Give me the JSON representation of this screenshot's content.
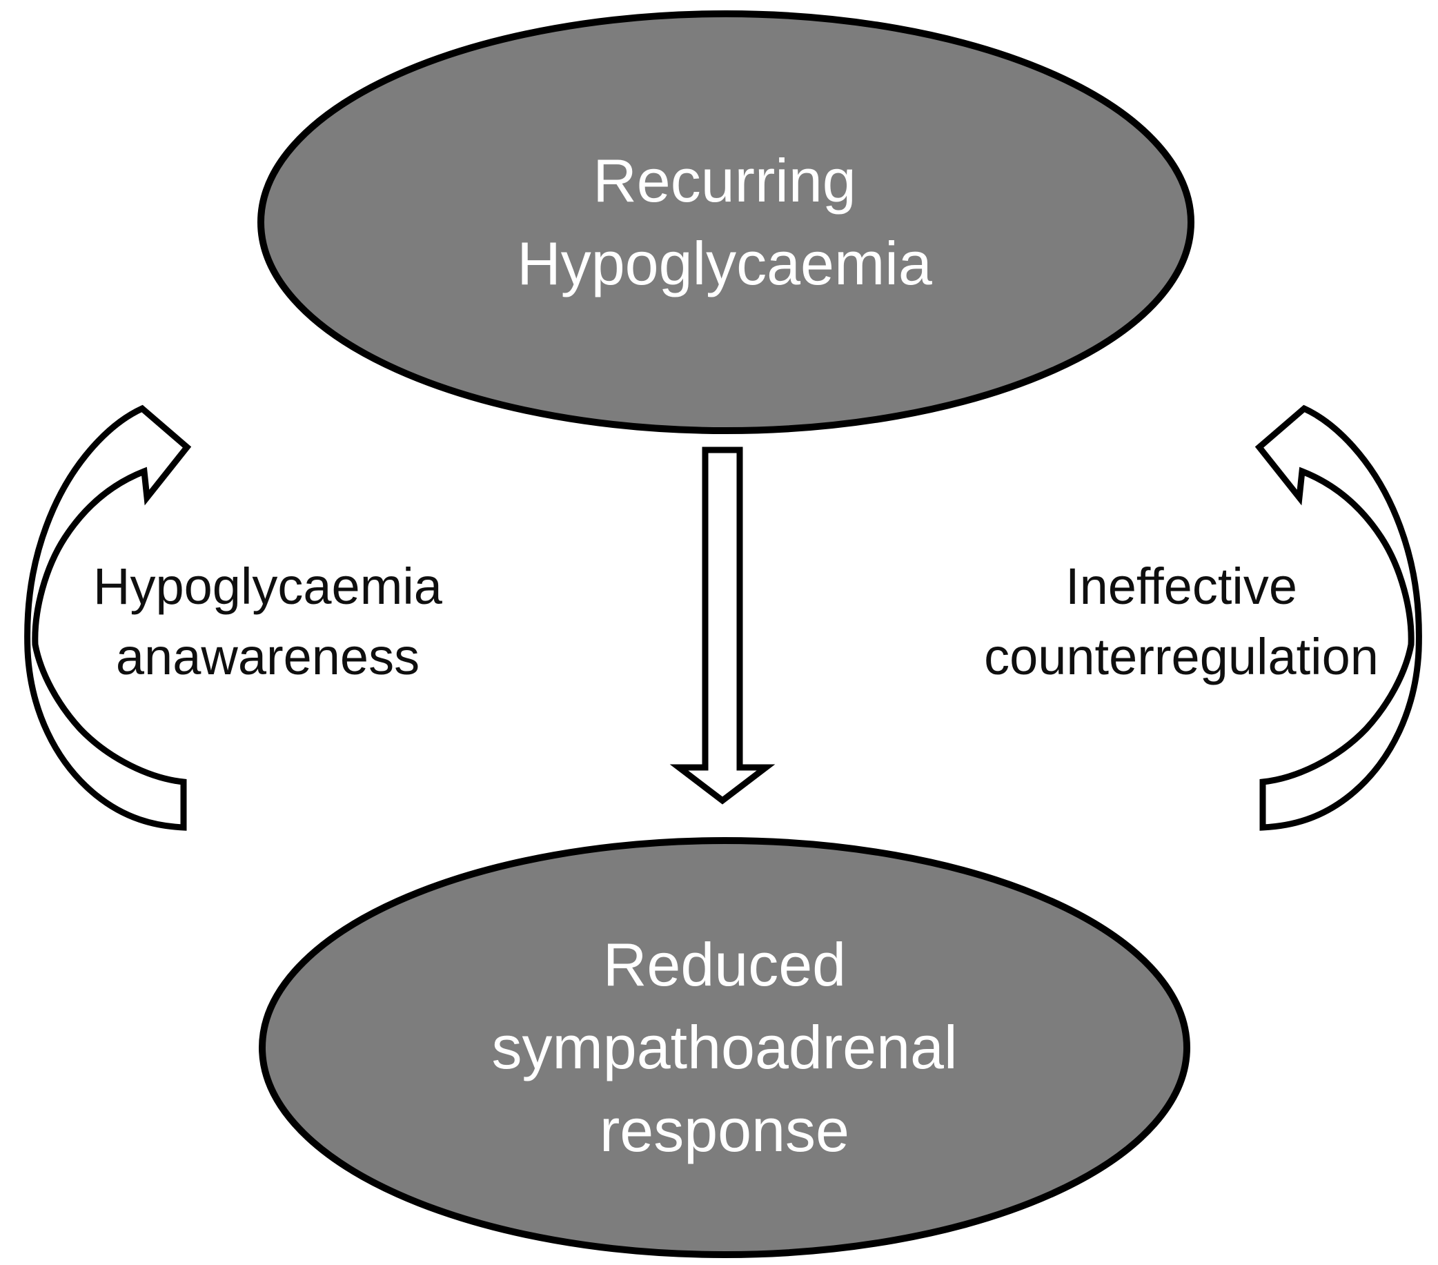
{
  "diagram": {
    "title": "Hypoglycaemia vicious cycle diagram",
    "colors": {
      "background": "#ffffff",
      "node_fill": "#7d7d7d",
      "node_stroke": "#000000",
      "node_text": "#ffffff",
      "label_text": "#0f0f0f",
      "arrow_fill": "#ffffff",
      "arrow_stroke": "#000000"
    },
    "nodes": {
      "top": {
        "label": "Recurring Hypoglycaemia",
        "lines": [
          "Recurring",
          "Hypoglycaemia"
        ]
      },
      "bottom": {
        "label": "Reduced sympathoadrenal response",
        "lines": [
          "Reduced",
          "sympathoadrenal",
          "response"
        ]
      }
    },
    "labels": {
      "left": {
        "label": "Hypoglycaemia anawareness",
        "lines": [
          "Hypoglycaemia",
          "anawareness"
        ]
      },
      "right": {
        "label": "Ineffective counterregulation",
        "lines": [
          "Ineffective",
          "counterregulation"
        ]
      }
    },
    "arrows": {
      "center": "down-block-arrow from Recurring Hypoglycaemia to Reduced sympathoadrenal response",
      "left": "curved arrow pointing up toward Recurring Hypoglycaemia",
      "right": "curved arrow pointing up toward Recurring Hypoglycaemia"
    }
  }
}
